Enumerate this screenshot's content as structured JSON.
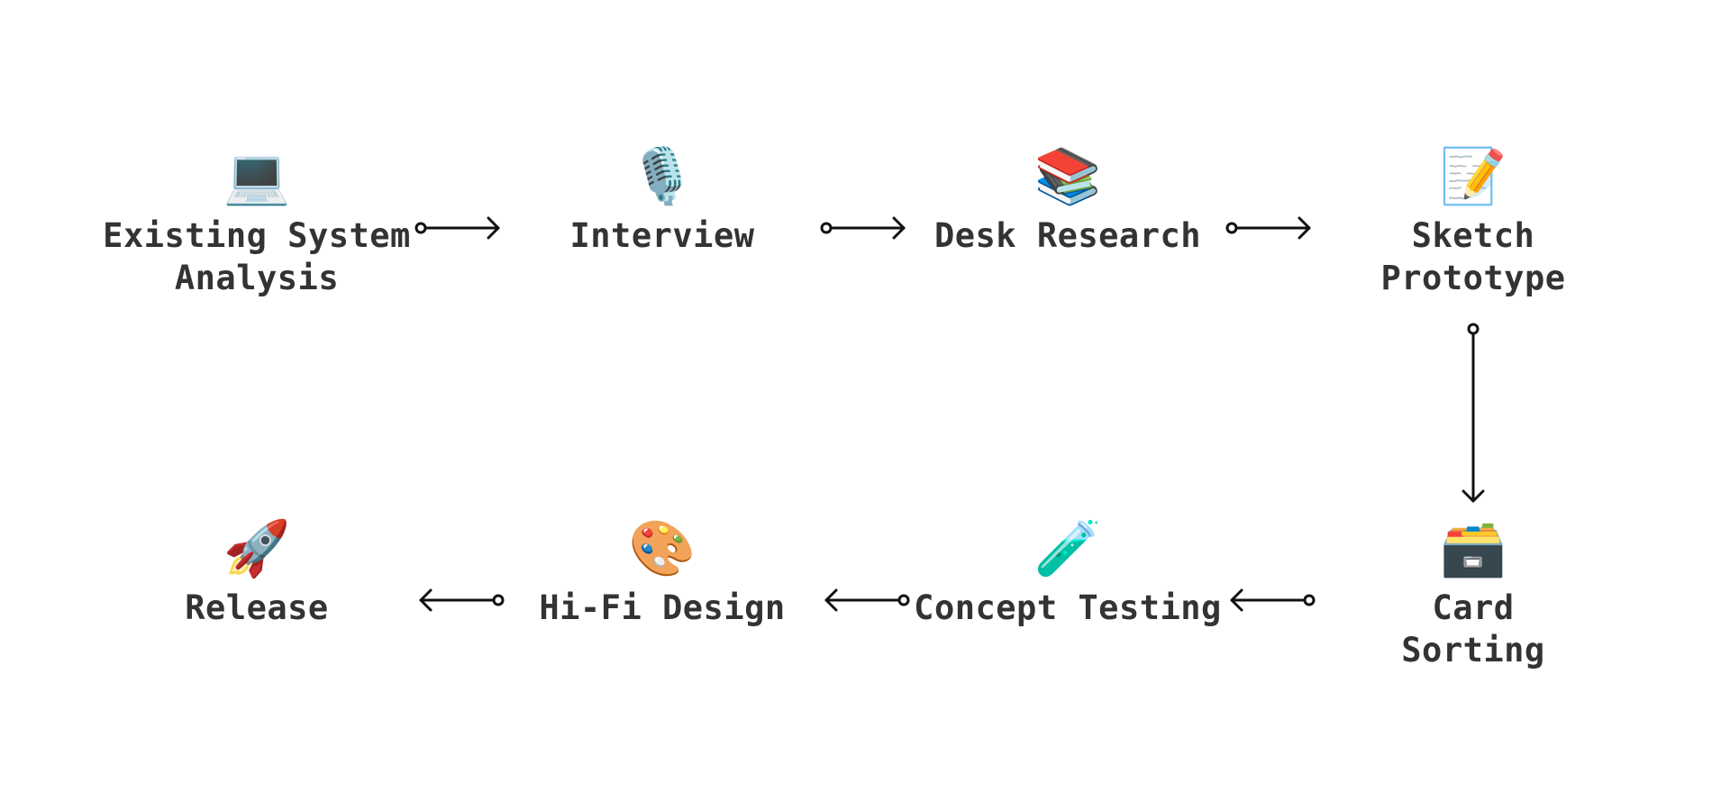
{
  "steps": [
    {
      "id": "existing-system-analysis",
      "icon": "laptop-icon",
      "glyph": "💻",
      "label": "Existing System\nAnalysis"
    },
    {
      "id": "interview",
      "icon": "microphone-icon",
      "glyph": "🎙️",
      "label": "Interview"
    },
    {
      "id": "desk-research",
      "icon": "books-icon",
      "glyph": "📚",
      "label": "Desk Research"
    },
    {
      "id": "sketch-prototype",
      "icon": "memo-icon",
      "glyph": "📝",
      "label": "Sketch\nPrototype"
    },
    {
      "id": "card-sorting",
      "icon": "card-file-box-icon",
      "glyph": "🗃️",
      "label": "Card Sorting"
    },
    {
      "id": "concept-testing",
      "icon": "test-tube-icon",
      "glyph": "🧪",
      "label": "Concept Testing"
    },
    {
      "id": "hi-fi-design",
      "icon": "artist-palette-icon",
      "glyph": "🎨",
      "label": "Hi-Fi Design"
    },
    {
      "id": "release",
      "icon": "rocket-icon",
      "glyph": "🚀",
      "label": "Release"
    }
  ],
  "connections": [
    {
      "from": "existing-system-analysis",
      "to": "interview"
    },
    {
      "from": "interview",
      "to": "desk-research"
    },
    {
      "from": "desk-research",
      "to": "sketch-prototype"
    },
    {
      "from": "sketch-prototype",
      "to": "card-sorting"
    },
    {
      "from": "card-sorting",
      "to": "concept-testing"
    },
    {
      "from": "concept-testing",
      "to": "hi-fi-design"
    },
    {
      "from": "hi-fi-design",
      "to": "release"
    }
  ],
  "colors": {
    "text": "#333333",
    "arrow": "#111111",
    "background": "#ffffff"
  }
}
